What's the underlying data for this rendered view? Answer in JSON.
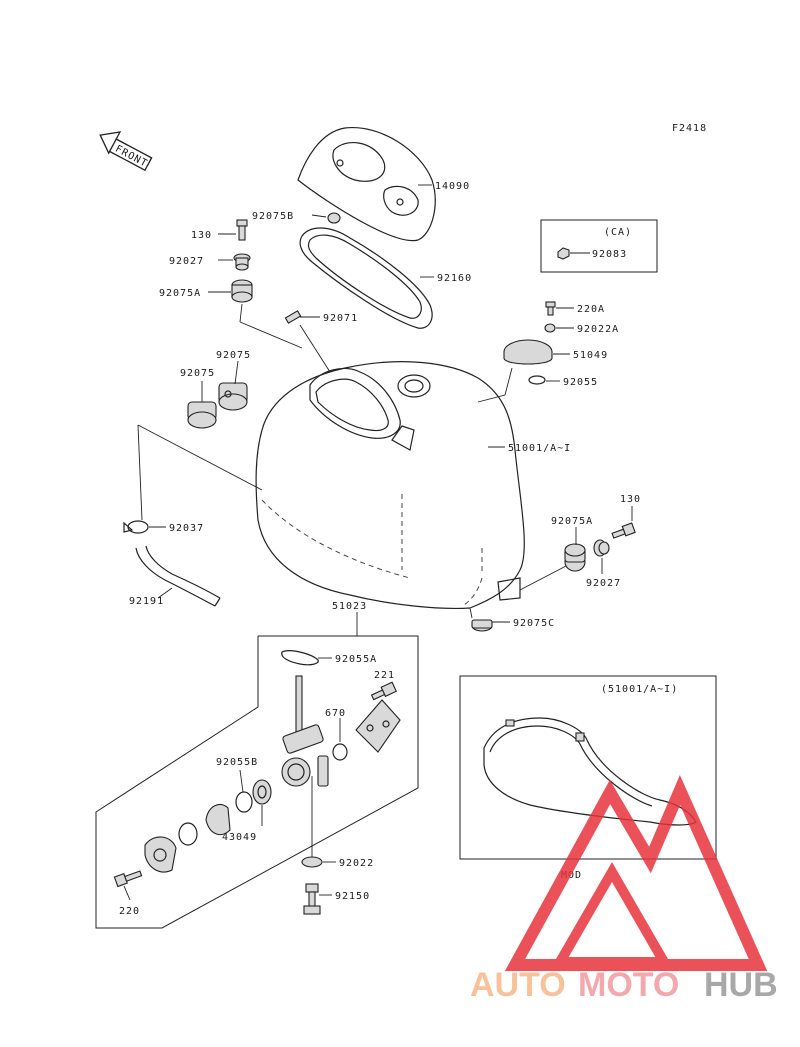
{
  "figure_code": "F2418",
  "front_arrow": "FRONT",
  "inset_ca": {
    "label": "(CA)",
    "part": "92083"
  },
  "inset_model": {
    "label": "(51001/A~I)",
    "note": "MOD"
  },
  "parts": {
    "p14090": "14090",
    "p92075B": "92075B",
    "p130a": "130",
    "p92027a": "92027",
    "p92075Aa": "92075A",
    "p92160": "92160",
    "p92071": "92071",
    "p220A": "220A",
    "p92022A": "92022A",
    "p51049": "51049",
    "p92055": "92055",
    "p92075a": "92075",
    "p92075b": "92075",
    "p51001": "51001/A~I",
    "p130b": "130",
    "p92075Ab": "92075A",
    "p92027b": "92027",
    "p92037": "92037",
    "p92191": "92191",
    "p92075C": "92075C",
    "p51023": "51023",
    "p92055A": "92055A",
    "p221": "221",
    "p670": "670",
    "p92055B": "92055B",
    "p43049": "43049",
    "p92022": "92022",
    "p92150": "92150",
    "p220": "220"
  },
  "watermark": {
    "auto": "AUTO",
    "moto": "MOTO",
    "hub": "HUB",
    "triangle_color": "#e8333b"
  }
}
